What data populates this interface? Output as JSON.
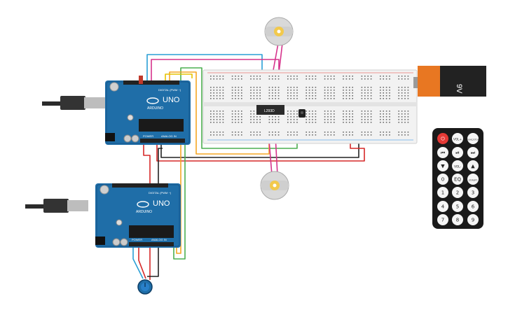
{
  "canvas": {
    "background": "#ffffff"
  },
  "arduino_top": {
    "label_uno": "UNO",
    "label_brand": "ARDUINO",
    "label_digital": "DIGITAL (PWM ~)",
    "label_analog": "ANALOG IN",
    "label_power": "POWER"
  },
  "arduino_bottom": {
    "label_uno": "UNO",
    "label_brand": "ARDUINO",
    "label_digital": "DIGITAL (PWM ~)",
    "label_analog": "ANALOG IN",
    "label_power": "POWER"
  },
  "motor_driver": {
    "label": "L293D"
  },
  "battery": {
    "label": "9V",
    "color_body": "#222222",
    "color_cap": "#e87722"
  },
  "remote": {
    "buttons": [
      {
        "id": "power",
        "label": "⏻"
      },
      {
        "id": "volup",
        "label": "VOL+"
      },
      {
        "id": "func",
        "label": "FUNC/STOP"
      },
      {
        "id": "prev",
        "label": "⏮"
      },
      {
        "id": "play",
        "label": "⏯"
      },
      {
        "id": "next",
        "label": "⏭"
      },
      {
        "id": "down",
        "label": "▼"
      },
      {
        "id": "voldn",
        "label": "VOL-"
      },
      {
        "id": "up",
        "label": "▲"
      },
      {
        "id": "n0",
        "label": "0"
      },
      {
        "id": "eq",
        "label": "EQ"
      },
      {
        "id": "repeat",
        "label": "ST/REPT"
      },
      {
        "id": "n1",
        "label": "1"
      },
      {
        "id": "n2",
        "label": "2"
      },
      {
        "id": "n3",
        "label": "3"
      },
      {
        "id": "n4",
        "label": "4"
      },
      {
        "id": "n5",
        "label": "5"
      },
      {
        "id": "n6",
        "label": "6"
      },
      {
        "id": "n7",
        "label": "7"
      },
      {
        "id": "n8",
        "label": "8"
      },
      {
        "id": "n9",
        "label": "9"
      }
    ]
  },
  "colors": {
    "board": "#1f6ea8",
    "board_dark": "#17578a",
    "breadboard": "#f2f2f2",
    "wire_red": "#d62828",
    "wire_black": "#222222",
    "wire_blue": "#2a9fd6",
    "wire_green": "#4caf50",
    "wire_orange": "#f5a623",
    "wire_magenta": "#d6338c",
    "wire_yellow": "#e6c200"
  }
}
